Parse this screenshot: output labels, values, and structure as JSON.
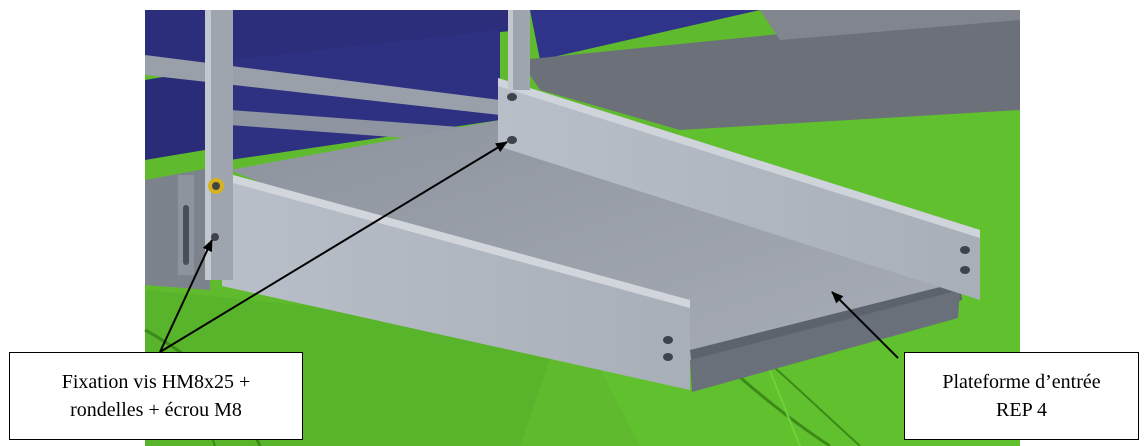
{
  "callouts": {
    "fixation": {
      "line1": "Fixation vis HM8x25 +",
      "line2": "rondelles + écrou M8"
    },
    "plateforme": {
      "line1": "Plateforme d’entrée",
      "line2": "REP 4"
    }
  },
  "colors": {
    "ground_green": "#5cb82c",
    "ground_green_dark": "#3f8f1a",
    "panel_gray": "#b6bcc6",
    "floor_gray": "#9aa0a9",
    "navy_roof": "#2d2f7a",
    "arrow": "#000000"
  },
  "icons": {
    "arrow": "arrow-icon",
    "bolt": "bolt-icon"
  }
}
